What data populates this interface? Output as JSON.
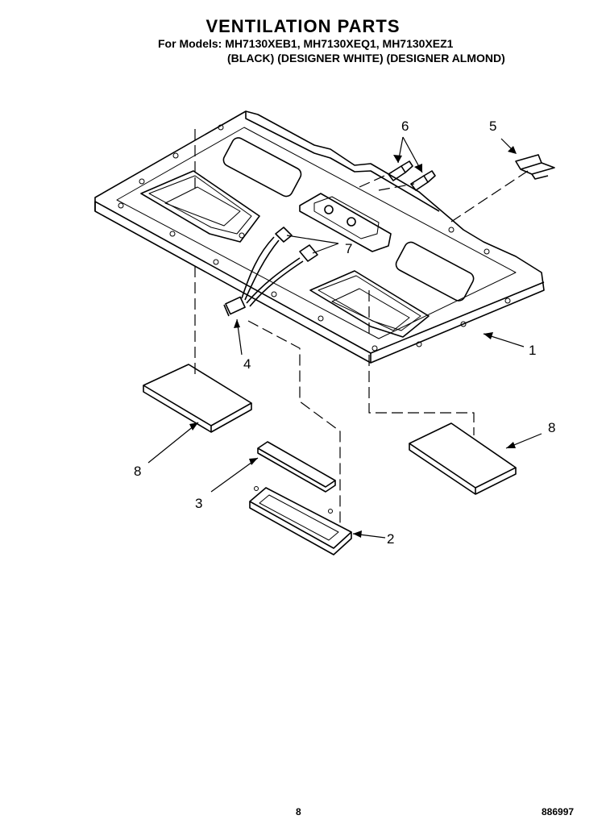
{
  "header": {
    "title": "VENTILATION PARTS",
    "models_line": "For Models: MH7130XEB1, MH7130XEQ1, MH7130XEZ1",
    "colors_line": "(BLACK)  (DESIGNER WHITE) (DESIGNER ALMOND)"
  },
  "callouts": {
    "c1": "1",
    "c2": "2",
    "c3": "3",
    "c4": "4",
    "c5": "5",
    "c6": "6",
    "c7": "7",
    "c8a": "8",
    "c8b": "8"
  },
  "footer": {
    "page_number": "8",
    "doc_code": "886997"
  }
}
